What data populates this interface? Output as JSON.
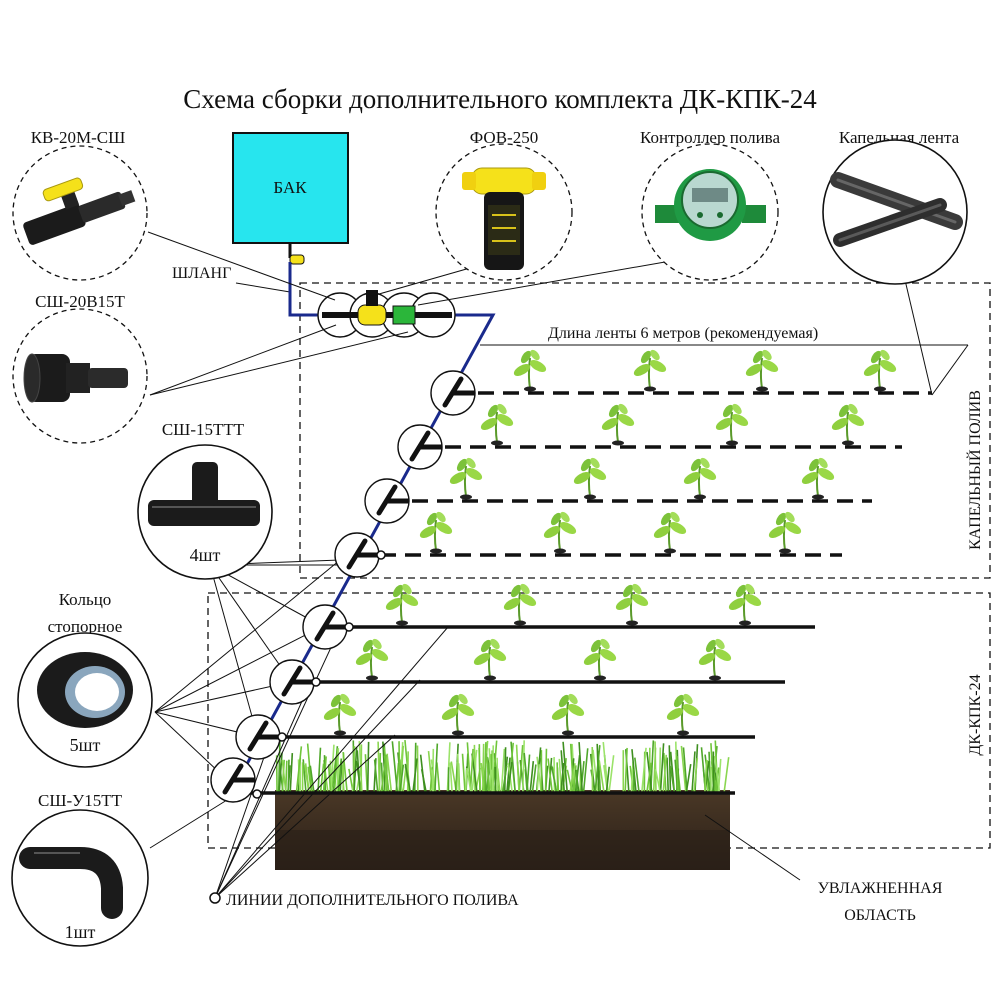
{
  "title": "Схема сборки дополнительного комплекта ДК-КПК-24",
  "components": {
    "kv": "КВ-20М-СШ",
    "fov": "ФОВ-250",
    "controller": "Контроллер полива",
    "tape": "Капельная лента",
    "sh20": "СШ-20В15Т",
    "sh15ttt": "СШ-15ТТТ",
    "sh15ttt_qty": "4шт",
    "ring_line1": "Кольцо",
    "ring_line2": "стопорное",
    "ring_qty": "5шт",
    "shu15": "СШ-У15ТТ",
    "shu15_qty": "1шт"
  },
  "tank": {
    "label": "БАК",
    "color": "#27e5ee"
  },
  "hose": "ШЛАНГ",
  "tape_length": "Длина ленты 6 метров (рекомендуемая)",
  "zone_drip": "КАПЕЛЬНЫЙ ПОЛИВ",
  "zone_kit": "ДК-КПК-24",
  "extra_lines": "ЛИНИИ ДОПОЛНИТЕЛЬНОГО ПОЛИВА",
  "wet_line1": "УВЛАЖНЕННАЯ",
  "wet_line2": "ОБЛАСТЬ",
  "colors": {
    "pipe": "#1a2a8c",
    "plant_leaf": "#8fcf3e",
    "grass": "#5fb22e",
    "soil": "#3b2c20",
    "fitting_yellow": "#f5e11a",
    "fitting_green": "#2bb63a"
  },
  "icons": [
    "valve-icon",
    "filter-icon",
    "controller-icon",
    "drip-tape-icon",
    "adapter-icon",
    "tee-icon",
    "ring-icon",
    "elbow-icon",
    "plant-icon"
  ]
}
